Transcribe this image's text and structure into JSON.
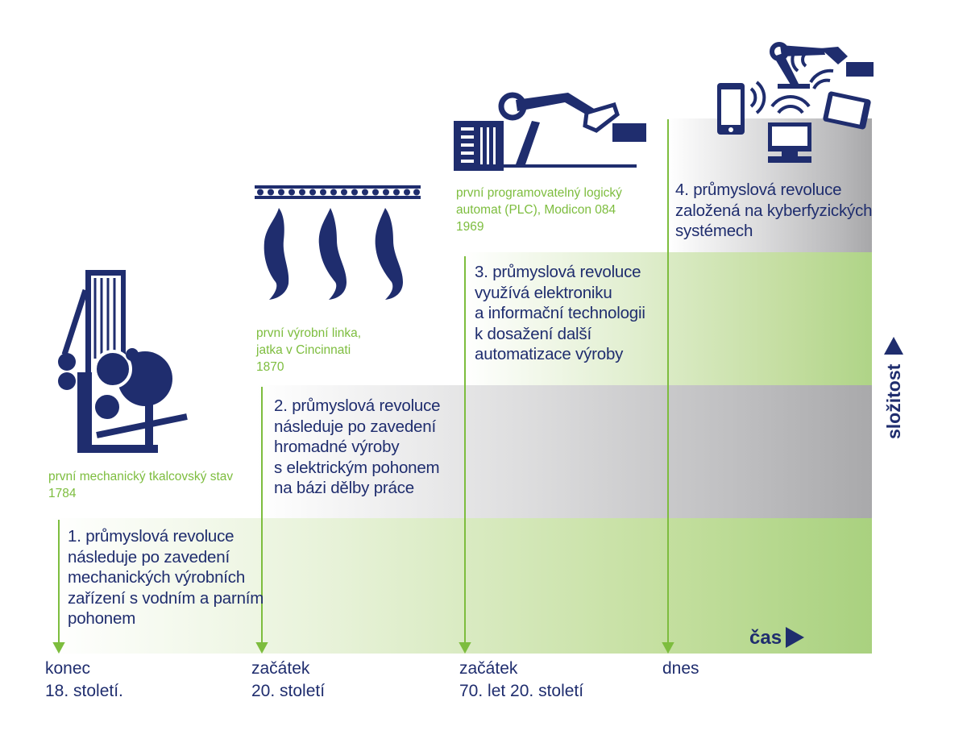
{
  "colors": {
    "navy": "#1f2d6e",
    "green": "#7dbd3e",
    "green_band": "#a9d17f",
    "gray_band": "#a9a9ab"
  },
  "revolutions": [
    {
      "text": "1. průmyslová revoluce\nnásleduje po zavedení\nmechanických výrobních\nzařízení s vodním a parním\npohonem"
    },
    {
      "text": "2. průmyslová revoluce\nnásleduje po zavedení\nhromadné výroby\ns elektrickým pohonem\nna bázi dělby práce"
    },
    {
      "text": "3. průmyslová revoluce\nvyužívá elektroniku\na informační technologii\nk dosažení další\nautomatizace výroby"
    },
    {
      "text": "4. průmyslová revoluce\nzaložená na kyberfyzických\nsystémech"
    }
  ],
  "milestones": [
    {
      "caption": "první mechanický tkalcovský stav\n1784",
      "time": "konec\n18. století.",
      "icon": "loom-icon"
    },
    {
      "caption": "první výrobní linka,\njatka v Cincinnati\n1870",
      "time": "začátek\n20. století",
      "icon": "production-line-icon"
    },
    {
      "caption": "první programovatelný logický\nautomat (PLC), Modicon 084\n1969",
      "time": "začátek\n70. let 20. století",
      "icon": "plc-robot-icon"
    },
    {
      "caption": "",
      "time": "dnes",
      "icon": "cyber-physical-icon"
    }
  ],
  "axes": {
    "x_label": "čas",
    "y_label": "složitost"
  }
}
